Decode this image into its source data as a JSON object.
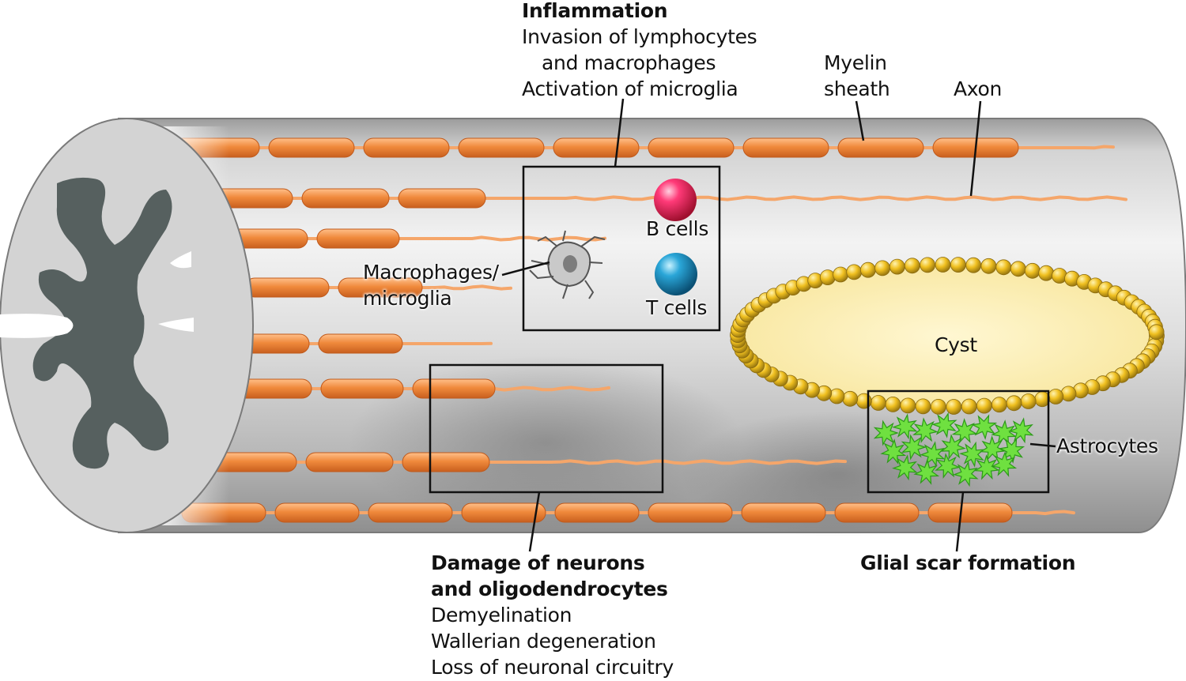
{
  "inflammation": {
    "title": "Inflammation",
    "line1": "Invasion of lymphocytes",
    "line2": "and macrophages",
    "line3": "Activation of microglia"
  },
  "myelin_label": {
    "line1": "Myelin",
    "line2": "sheath"
  },
  "axon_label": "Axon",
  "b_cells_label": "B cells",
  "t_cells_label": "T cells",
  "macrophages_label": {
    "line1": "Macrophages/",
    "line2": "microglia"
  },
  "cyst_label": "Cyst",
  "astrocytes_label": "Astrocytes",
  "damage": {
    "title1": "Damage of neurons",
    "title2": "and oligodendrocytes",
    "line1": "Demyelination",
    "line2": "Wallerian degeneration",
    "line3": "Loss of neuronal circuitry"
  },
  "glial_scar_label": "Glial scar formation",
  "colors": {
    "myelin": "#f08a3c",
    "axon": "#f5a66a",
    "gray_matter": "#56605f",
    "b_cell": "#e0245a",
    "t_cell": "#1a86b8",
    "cyst_fill": "#fbeeb2",
    "cyst_border": "#e8b320",
    "astrocyte": "#6fe040"
  }
}
